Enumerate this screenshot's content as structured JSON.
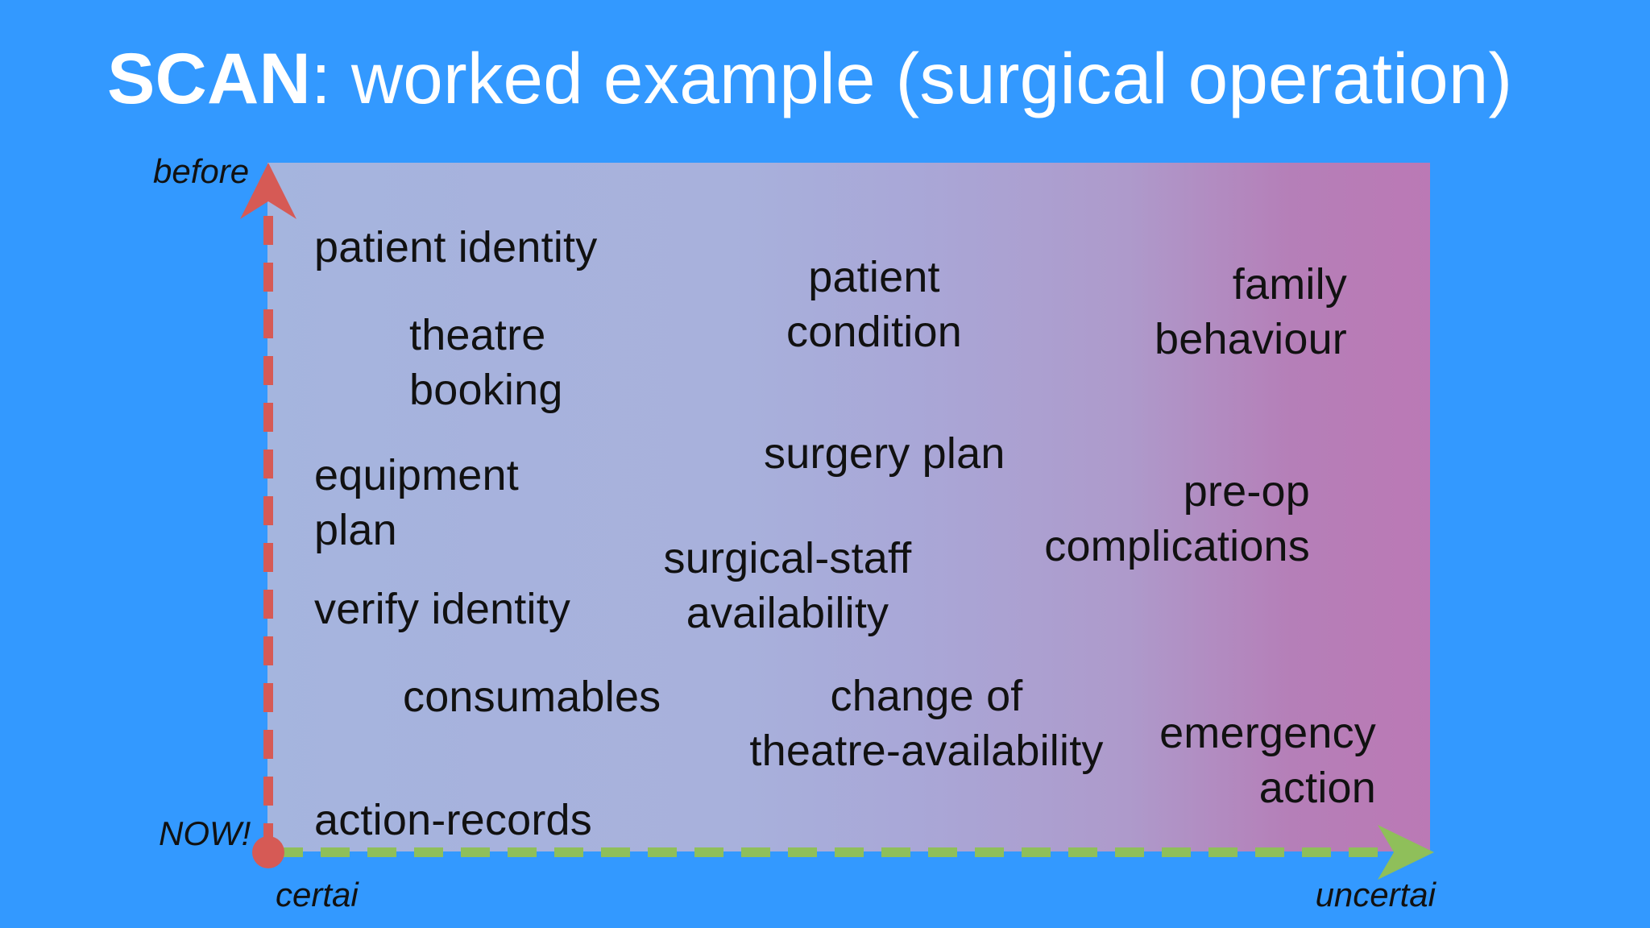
{
  "title": {
    "strong": "SCAN",
    "rest": ": worked example (surgical operation)"
  },
  "axes": {
    "y_top": "before",
    "origin": "NOW!",
    "x_left": "certai",
    "x_right": "uncertai"
  },
  "items": {
    "patient_identity": "patient identity",
    "theatre_booking": "theatre\nbooking",
    "equipment_plan": "equipment\nplan",
    "verify_identity": "verify identity",
    "consumables": "consumables",
    "action_records": "action-records",
    "patient_condition": "patient\ncondition",
    "surgery_plan": "surgery plan",
    "surgical_staff_availability": "surgical-staff\navailability",
    "change_theatre_availability": "change of\ntheatre-availability",
    "family_behaviour": "family\nbehaviour",
    "pre_op_complications": "pre-op\ncomplications",
    "emergency_action": "emergency\naction"
  },
  "colors": {
    "background": "#3399ff",
    "gradient_left": "#a5b5de",
    "gradient_right": "#bb79b5",
    "y_axis": "#d65a55",
    "x_axis": "#8fbf5a",
    "origin_dot": "#d65a55"
  }
}
